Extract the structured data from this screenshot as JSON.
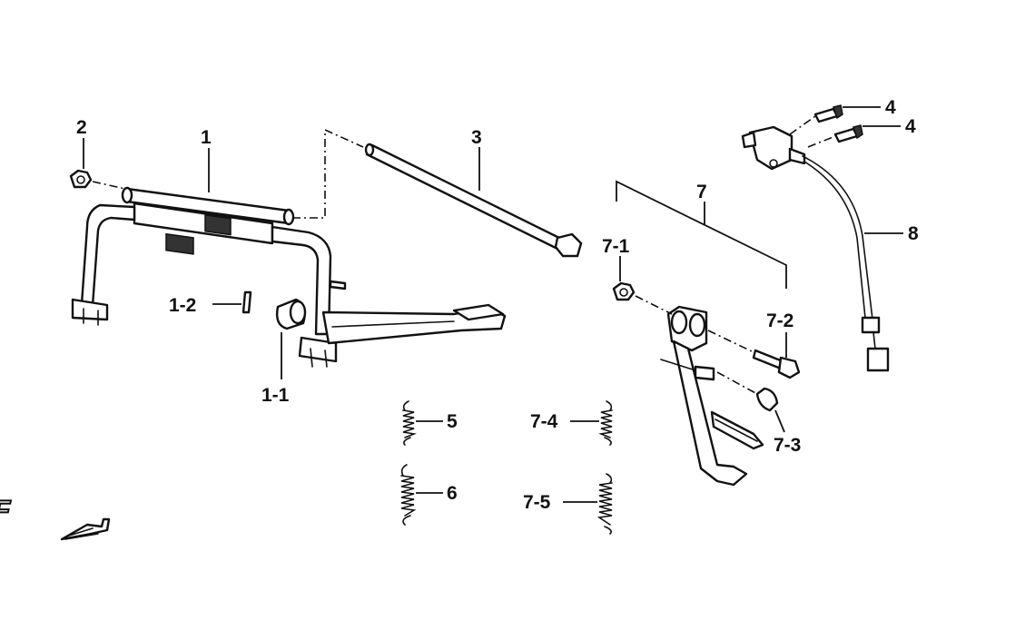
{
  "callouts": {
    "c1": "1",
    "c1_1": "1-1",
    "c1_2": "1-2",
    "c2": "2",
    "c3": "3",
    "c4a": "4",
    "c4b": "4",
    "c5": "5",
    "c6": "6",
    "c7": "7",
    "c7_1": "7-1",
    "c7_2": "7-2",
    "c7_3": "7-3",
    "c7_4": "7-4",
    "c7_5": "7-5",
    "c8": "8"
  },
  "direction_marker": "F",
  "colors": {
    "line": "#111111",
    "background": "#ffffff"
  },
  "icons": {
    "direction": "front-direction-arrow-icon"
  }
}
